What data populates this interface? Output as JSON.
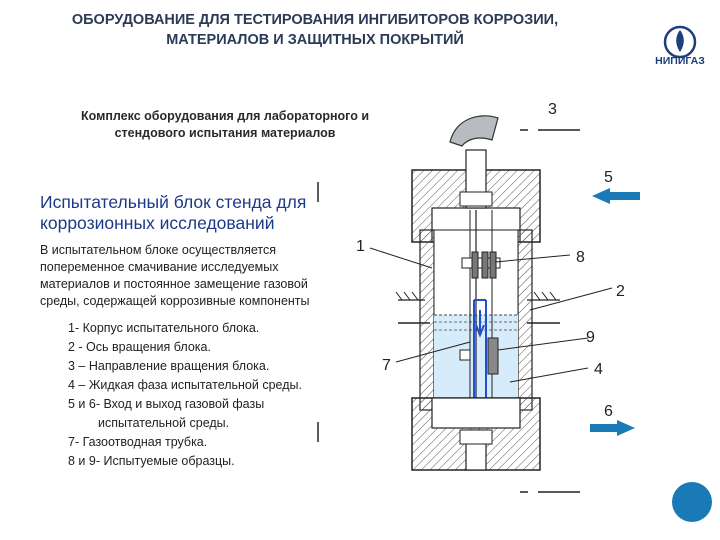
{
  "header": {
    "title_line1": "ОБОРУДОВАНИЕ ДЛЯ ТЕСТИРОВАНИЯ ИНГИБИТОРОВ КОРРОЗИИ,",
    "title_line2": "МАТЕРИАЛОВ И ЗАЩИТНЫХ ПОКРЫТИЙ",
    "logo_text": "НИПИГАЗ"
  },
  "subtitle": {
    "line1": "Комплекс оборудования для лабораторного и",
    "line2": "стендового испытания материалов"
  },
  "block": {
    "heading_line1": "Испытательный блок стенда для",
    "heading_line2": "коррозионных исследований",
    "desc_line1": "В испытательном блоке  осуществляется",
    "desc_line2": "попеременное смачивание исследуемых",
    "desc_line3": "материалов и постоянное замещение газовой",
    "desc_line4": "среды, содержащей коррозивные компоненты"
  },
  "legend": [
    "1- Корпус испытательного блока.",
    "2 -  Ось вращения блока.",
    "3 – Направление вращения блока.",
    "4 – Жидкая фаза испытательной среды.",
    "5 и 6- Вход и выход газовой фазы",
    "испытательной среды.",
    "7- Газоотводная трубка.",
    "8 и 9- Испытуемые образцы."
  ],
  "callouts": {
    "c1": "1",
    "c2": "2",
    "c3": "3",
    "c4": "4",
    "c5": "5",
    "c6": "6",
    "c7": "7",
    "c8": "8",
    "c9": "9"
  },
  "colors": {
    "accent_blue": "#1a7ab8",
    "title_blue": "#2b3a55",
    "heading_blue": "#1d3a8a",
    "tube_blue": "#1f4fd0",
    "logo_blue": "#1d3f7a"
  },
  "icons": {
    "logo": "flame-emblem-icon",
    "arrow_in": "arrow-left-icon",
    "arrow_out": "arrow-right-icon",
    "rotation": "rotation-arc-icon"
  }
}
